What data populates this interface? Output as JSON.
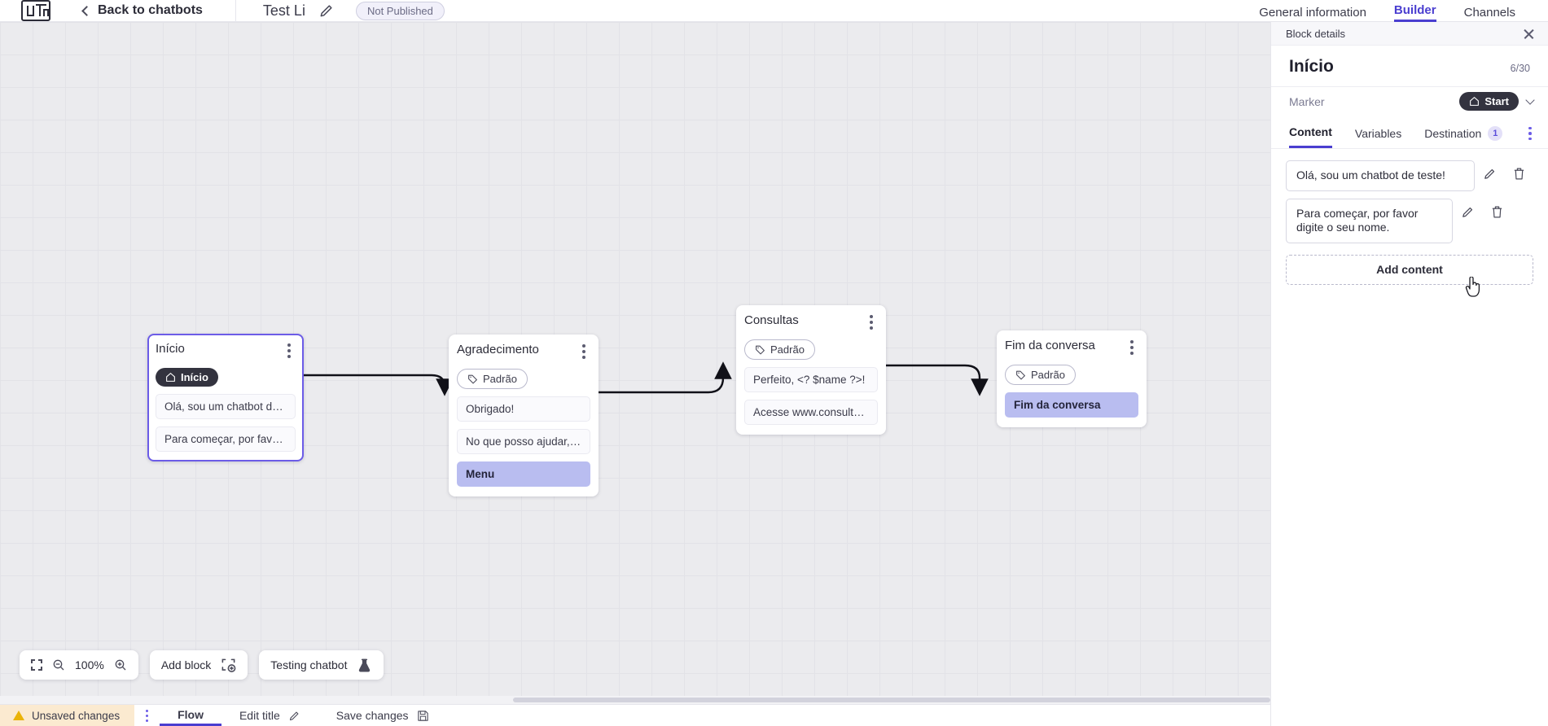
{
  "topbar": {
    "logo_icon": "app-logo-icon",
    "back_label": "Back to chatbots",
    "back_icon": "chevron-left-icon",
    "bot_title": "Test Li",
    "edit_title_icon": "pencil-icon",
    "publish_status": "Not Published",
    "tabs": [
      {
        "label": "General information",
        "active": false
      },
      {
        "label": "Builder",
        "active": true
      },
      {
        "label": "Channels",
        "active": false
      }
    ]
  },
  "canvas": {
    "zoom_level": "100%",
    "fit_icon": "fit-to-screen-icon",
    "zoom_out_icon": "zoom-out-icon",
    "zoom_in_icon": "zoom-in-icon",
    "add_block_label": "Add block",
    "add_block_icon": "add-block-icon",
    "testing_label": "Testing chatbot",
    "testing_icon": "flask-icon",
    "nodes": [
      {
        "id": "inicio",
        "title": "Início",
        "tag": "Início",
        "tag_type": "start",
        "tag_icon": "home-icon",
        "selected": true,
        "messages": [
          {
            "text": "Olá, sou um chatbot de teste!",
            "highlight": false
          },
          {
            "text": "Para começar, por favor digite o ...",
            "highlight": false
          }
        ]
      },
      {
        "id": "agradecimento",
        "title": "Agradecimento",
        "tag": "Padrão",
        "tag_type": "padrao",
        "tag_icon": "tag-icon",
        "selected": false,
        "messages": [
          {
            "text": "Obrigado!",
            "highlight": false
          },
          {
            "text": "No que posso ajudar, <? $name ...",
            "highlight": false
          },
          {
            "text": "Menu",
            "highlight": true
          }
        ]
      },
      {
        "id": "consultas",
        "title": "Consultas",
        "tag": "Padrão",
        "tag_type": "padrao",
        "tag_icon": "tag-icon",
        "selected": false,
        "messages": [
          {
            "text": "Perfeito, <? $name ?>!",
            "highlight": false
          },
          {
            "text": "Acesse www.consultas.com par...",
            "highlight": false
          }
        ]
      },
      {
        "id": "fim",
        "title": "Fim da conversa",
        "tag": "Padrão",
        "tag_type": "padrao",
        "tag_icon": "tag-icon",
        "selected": false,
        "messages": [
          {
            "text": "Fim da conversa",
            "highlight": true
          }
        ]
      }
    ]
  },
  "statusbar": {
    "unsaved_label": "Unsaved changes",
    "warning_icon": "warning-triangle-icon",
    "menu_icon": "kebab-menu-icon",
    "items": [
      {
        "label": "Flow",
        "icon": "",
        "active": true
      },
      {
        "label": "Edit title",
        "icon": "pencil-icon",
        "active": false
      },
      {
        "label": "Save changes",
        "icon": "save-icon",
        "active": false
      }
    ]
  },
  "panel": {
    "header_label": "Block details",
    "close_icon": "close-icon",
    "block_title": "Início",
    "block_count": "6/30",
    "marker_label": "Marker",
    "marker_value": "Start",
    "marker_icon": "home-icon",
    "marker_chevron": "chevron-down-icon",
    "tabs": [
      {
        "label": "Content",
        "badge": "",
        "active": true
      },
      {
        "label": "Variables",
        "badge": "",
        "active": false
      },
      {
        "label": "Destination",
        "badge": "1",
        "active": false
      }
    ],
    "tabs_more_icon": "kebab-menu-icon",
    "contents": [
      {
        "text": "Olá, sou um chatbot de teste!",
        "edit_icon": "pencil-icon",
        "delete_icon": "trash-icon"
      },
      {
        "text": "Para começar, por favor digite o seu nome.",
        "edit_icon": "pencil-icon",
        "delete_icon": "trash-icon"
      }
    ],
    "add_content_label": "Add content"
  },
  "colors": {
    "accent": "#4a3ed0",
    "highlight": "#b9bdf0",
    "warning_bg": "#fbead0",
    "dark_tag": "#33333f"
  }
}
